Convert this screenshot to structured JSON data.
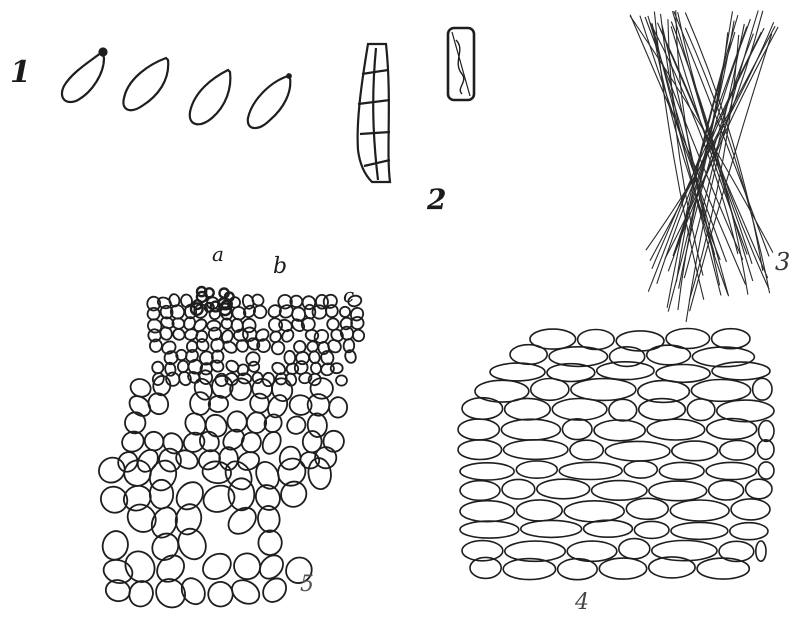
{
  "plate": {
    "background": "#ffffff",
    "ink": "#1e1e1e",
    "figure_numbers": {
      "fig1": "1",
      "fig2": "2",
      "fig3": "3",
      "fig4": "4",
      "fig5": "5"
    },
    "fig5_letters": {
      "a": "a",
      "b": "b",
      "c": "c"
    }
  }
}
